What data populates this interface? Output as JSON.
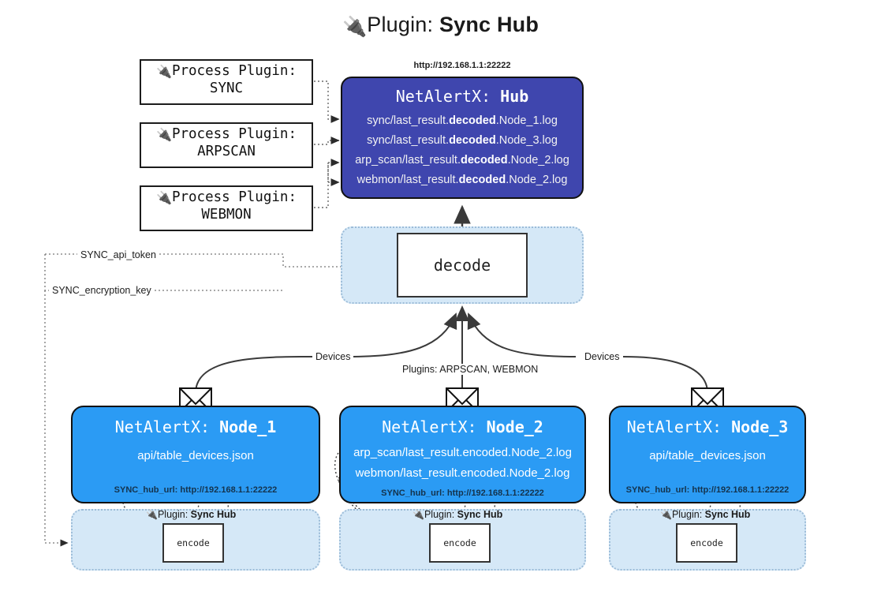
{
  "title": {
    "icon": "plug-icon",
    "prefix": "Plugin: ",
    "name": "Sync Hub"
  },
  "process_plugins": [
    {
      "icon": "plug-icon",
      "label": "Process Plugin:",
      "name": "SYNC"
    },
    {
      "icon": "plug-icon",
      "label": "Process Plugin:",
      "name": "ARPSCAN"
    },
    {
      "icon": "plug-icon",
      "label": "Process Plugin:",
      "name": "WEBMON"
    }
  ],
  "hub": {
    "url": "http://192.168.1.1:22222",
    "title_prefix": "NetAlertX: ",
    "title_name": "Hub",
    "lines": [
      {
        "pre": "sync/last_result.",
        "mid": "decoded",
        "post": ".Node_1.log"
      },
      {
        "pre": "sync/last_result.",
        "mid": "decoded",
        "post": ".Node_3.log"
      },
      {
        "pre": "arp_scan/last_result.",
        "mid": "decoded",
        "post": ".Node_2.log"
      },
      {
        "pre": "webmon/last_result.",
        "mid": "decoded",
        "post": ".Node_2.log"
      }
    ]
  },
  "decode": {
    "box_label": "decode"
  },
  "config_edges": {
    "api_token": "SYNC_api_token",
    "encryption_key": "SYNC_encryption_key"
  },
  "flow_labels": {
    "devices_left": "Devices",
    "plugins_center": "Plugins: ARPSCAN, WEBMON",
    "devices_right": "Devices"
  },
  "nodes": [
    {
      "title_prefix": "NetAlertX: ",
      "title_name": "Node_1",
      "lines": [
        "api/table_devices.json"
      ],
      "footer": "SYNC_hub_url: http://192.168.1.1:22222",
      "mail_icon": "envelope-icon"
    },
    {
      "title_prefix": "NetAlertX: ",
      "title_name": "Node_2",
      "lines": [
        "arp_scan/last_result.encoded.Node_2.log",
        "webmon/last_result.encoded.Node_2.log"
      ],
      "footer": "SYNC_hub_url: http://192.168.1.1:22222",
      "mail_icon": "envelope-icon"
    },
    {
      "title_prefix": "NetAlertX: ",
      "title_name": "Node_3",
      "lines": [
        "api/table_devices.json"
      ],
      "footer": "SYNC_hub_url: http://192.168.1.1:22222",
      "mail_icon": "envelope-icon"
    }
  ],
  "encoders": [
    {
      "icon": "plug-icon",
      "label_prefix": "Plugin: ",
      "label_name": "Sync Hub",
      "box_label": "encode"
    },
    {
      "icon": "plug-icon",
      "label_prefix": "Plugin: ",
      "label_name": "Sync Hub",
      "box_label": "encode"
    },
    {
      "icon": "plug-icon",
      "label_prefix": "Plugin: ",
      "label_name": "Sync Hub",
      "box_label": "encode"
    }
  ],
  "colors": {
    "hub": "#3f46ae",
    "node": "#2b9bf4",
    "region": "#d5e8f7",
    "region_border": "#9cbcd8",
    "stroke": "#333333"
  }
}
